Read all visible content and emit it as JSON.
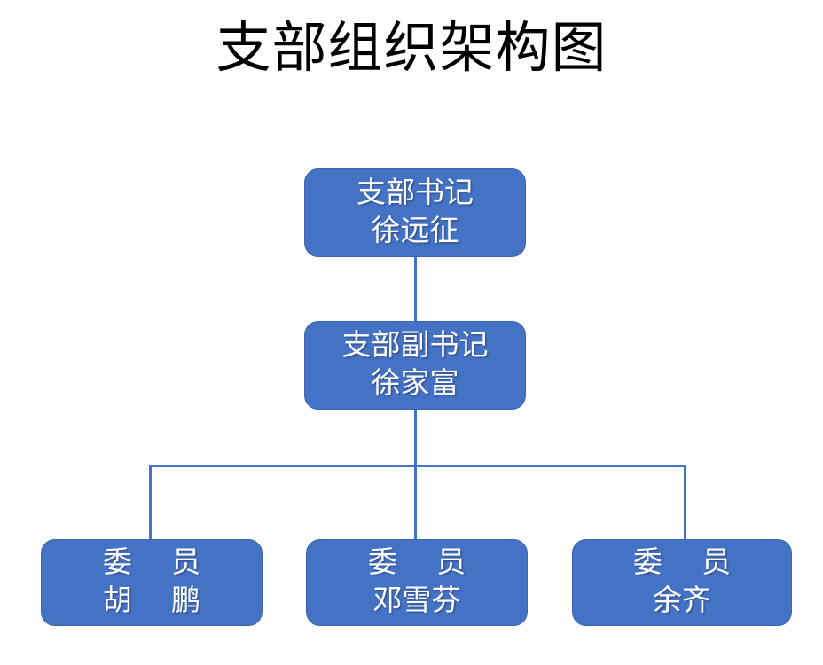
{
  "chart_data": {
    "type": "diagram",
    "diagram_kind": "organizational-chart",
    "title": "支部组织架构图",
    "orientation": "top-down",
    "accent_color": "#4472C4",
    "border_color": "#3C64AF",
    "text_color": "#FFFFFF",
    "title_color": "#000000",
    "background": "#FFFFFF",
    "levels": 3,
    "nodes": [
      {
        "id": "secretary",
        "level": 1,
        "role": "支部书记",
        "name": "徐远征"
      },
      {
        "id": "deputy-secretary",
        "level": 2,
        "role": "支部副书记",
        "name": "徐家富"
      },
      {
        "id": "member-1",
        "level": 3,
        "role": "委 员",
        "name": "胡 鹏"
      },
      {
        "id": "member-2",
        "level": 3,
        "role": "委 员",
        "name": "邓雪芬"
      },
      {
        "id": "member-3",
        "level": 3,
        "role": "委 员",
        "name": "余齐"
      }
    ],
    "edges": [
      {
        "from": "secretary",
        "to": "deputy-secretary"
      },
      {
        "from": "deputy-secretary",
        "to": "member-1"
      },
      {
        "from": "deputy-secretary",
        "to": "member-2"
      },
      {
        "from": "deputy-secretary",
        "to": "member-3"
      }
    ]
  },
  "title": "支部组织架构图",
  "nodes": {
    "secretary": {
      "role": "支部书记",
      "name": "徐远征"
    },
    "deputy_secretary": {
      "role": "支部副书记",
      "name": "徐家富"
    },
    "member_1": {
      "role": "委 员",
      "name": "胡 鹏"
    },
    "member_2": {
      "role": "委 员",
      "name": "邓雪芬"
    },
    "member_3": {
      "role": "委 员",
      "name": "余齐"
    }
  }
}
